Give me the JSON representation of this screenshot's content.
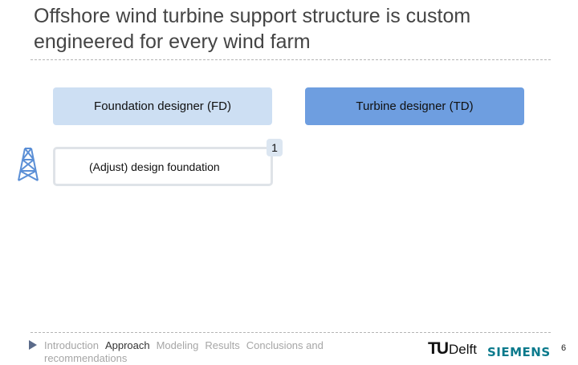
{
  "slide": {
    "title": "Offshore wind turbine support structure is custom engineered for every wind farm",
    "page_number": "6"
  },
  "roles": {
    "foundation_designer": "Foundation designer (FD)",
    "turbine_designer": "Turbine designer (TD)"
  },
  "steps": [
    {
      "number": "1",
      "label": "(Adjust) design foundation"
    }
  ],
  "icons": {
    "tower": "jacket-tower-icon",
    "nav": "play-triangle-icon"
  },
  "nav": {
    "items": [
      "Introduction",
      "Approach",
      "Modeling",
      "Results",
      "Conclusions and recommendations"
    ],
    "active": "Approach"
  },
  "logos": {
    "tudelft_mark": "TU",
    "tudelft_word": "Delft",
    "siemens": "SIEMENS"
  },
  "colors": {
    "fd_box": "#cddff3",
    "td_box": "#6e9ee0",
    "siemens": "#0b7a8c"
  }
}
